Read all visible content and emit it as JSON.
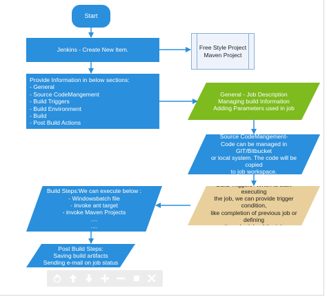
{
  "colors": {
    "blue": "#2a8fdc",
    "green": "#7dbb1e",
    "tan": "#e8cf9b",
    "light": "#eef3fb"
  },
  "nodes": {
    "start": "Start",
    "create_item": "Jenkins - Create New Item.",
    "project_types": [
      "Free Style Project",
      "Maven Project"
    ],
    "info": {
      "heading": "Provide Information in below sections:",
      "items": [
        "- General",
        "- Source CodeMangement",
        "- Build Triggers",
        "- Build Environment",
        "- Build",
        "- Post Build Actions"
      ]
    },
    "general": [
      "General - Job Description",
      "Managing build Information",
      "Adding Parameters used in job"
    ],
    "scm": [
      "Source CodeMangement-",
      "Code can be managed in GIT/Bitbucket",
      "or local system. The code will be copied",
      "to job workspace."
    ],
    "triggers": [
      "Build Triggers- When to start executing",
      "the job, we can provide trigger condition,",
      "like completion of previous job or defining",
      "the schedule of the job"
    ],
    "build_steps": [
      "Build Steps:We can execute below :",
      "- Windowsbatch file",
      "- invoke ant target",
      "- invoke Maven Projects",
      "....",
      "...."
    ],
    "post_build": [
      "Post Build Steps:",
      "Saving build artifacts",
      "Sending e-mail on job status"
    ]
  },
  "toolbar": {
    "buttons": [
      "hand-icon",
      "arrow-up-icon",
      "arrow-down-icon",
      "plus-icon",
      "minus-icon",
      "stop-icon",
      "close-icon"
    ]
  }
}
